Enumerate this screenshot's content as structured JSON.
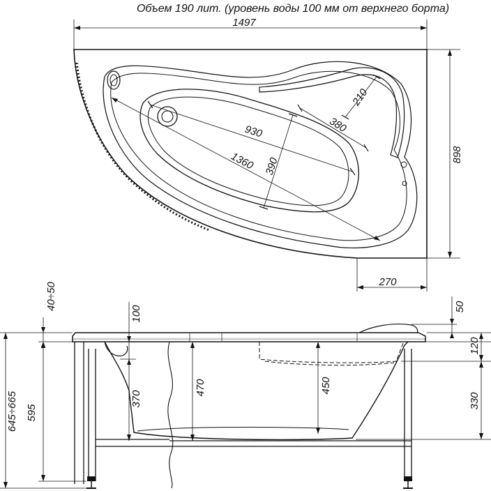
{
  "title": "Объем 190 лит. (уровень воды 100 мм от верхнего борта)",
  "top_view": {
    "width_label": "1497",
    "depth_label": "898",
    "inner_length_label": "930",
    "diagonal_label": "1360",
    "inner_width_label": "390",
    "seat_length_label": "380",
    "seat_width_label": "210",
    "offset_label": "270"
  },
  "side_view": {
    "rim_label": "40÷50",
    "depth_100_label": "100",
    "depth_370_label": "370",
    "depth_470_label": "470",
    "depth_450_label": "450",
    "height_595_label": "595",
    "height_total_label": "645÷665",
    "right_50_label": "50",
    "right_120_label": "120",
    "right_330_label": "330"
  }
}
